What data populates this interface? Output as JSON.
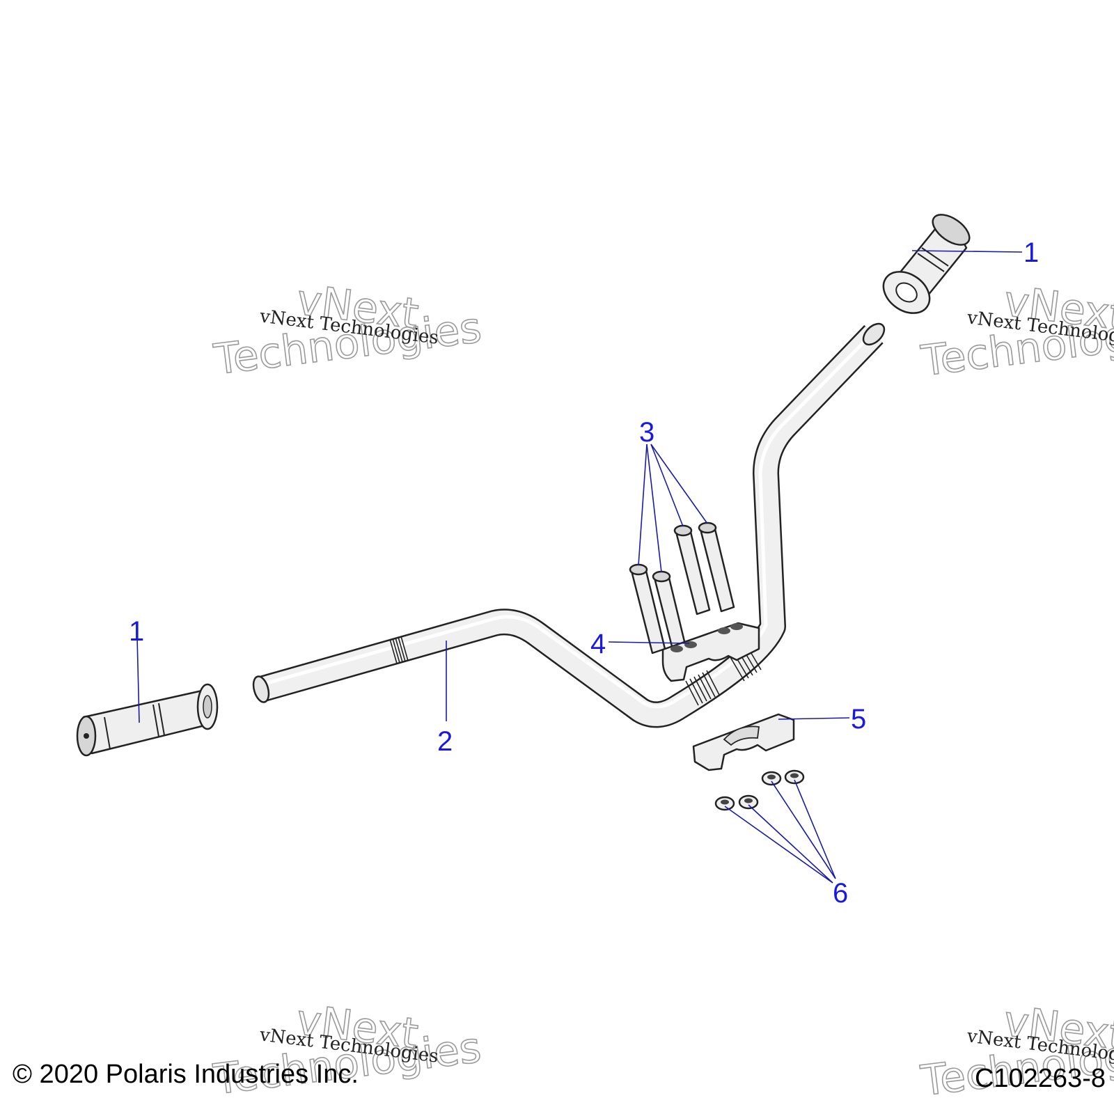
{
  "callouts": {
    "c1_right": "1",
    "c1_left": "1",
    "c2": "2",
    "c3": "3",
    "c4": "4",
    "c5": "5",
    "c6": "6"
  },
  "watermark": {
    "line_small": "vNext Technologies",
    "big_1": "vNext",
    "big_2": "Technologies"
  },
  "footer": {
    "copyright": "© 2020 Polaris Industries Inc.",
    "code": "C102263-8"
  },
  "colors": {
    "callout": "#1a1adf",
    "leader": "#1a1aa8"
  }
}
